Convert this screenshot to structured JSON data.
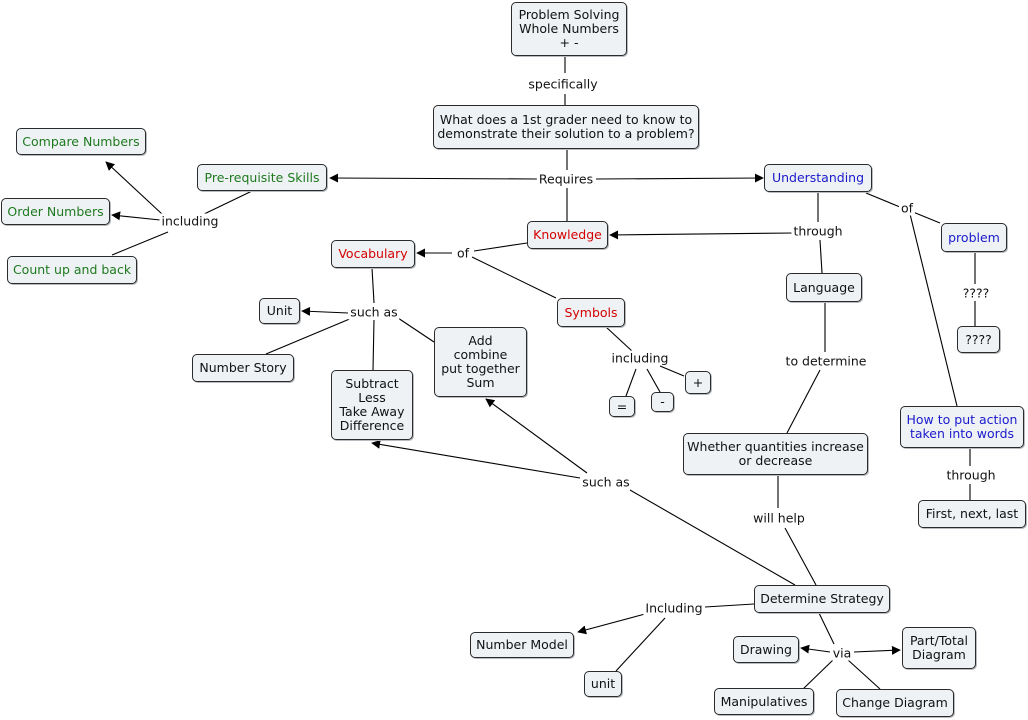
{
  "nodes": {
    "root": "Problem Solving\nWhole Numbers\n+  -",
    "question": "What does a 1st grader need to know to\ndemonstrate their solution to a problem?",
    "prereq": "Pre-requisite Skills",
    "compare": "Compare Numbers",
    "order": "Order Numbers",
    "count": "Count up and back",
    "understanding": "Understanding",
    "problem": "problem",
    "q4": "????",
    "knowledge": "Knowledge",
    "vocabulary": "Vocabulary",
    "unit_vocab": "Unit",
    "number_story": "Number Story",
    "subtract": "Subtract\nLess\nTake Away\nDifference",
    "add": "Add\ncombine\nput together\nSum",
    "symbols": "Symbols",
    "equals": "=",
    "minus": "-",
    "plus": "+",
    "language": "Language",
    "whether": "Whether quantities increase\nor decrease",
    "how": "How to put action\ntaken into words",
    "first": "First, next, last",
    "strategy": "Determine Strategy",
    "number_model": "Number Model",
    "unit_strategy": "unit",
    "drawing": "Drawing",
    "part_total": "Part/Total\nDiagram",
    "manipulatives": "Manipulatives",
    "change": "Change Diagram"
  },
  "links": {
    "specifically": "specifically",
    "requires": "Requires",
    "including_prereq": "including",
    "of_understanding": "of",
    "q_mid": "????",
    "through_knowledge": "through",
    "of_knowledge": "of",
    "such_as_vocab": "such as",
    "including_symbols": "including",
    "to_determine": "to determine",
    "through_how": "through",
    "will_help": "will help",
    "such_as_strategy": "such as",
    "including_strategy": "Including",
    "via": "via"
  },
  "colors": {
    "node_fill": "#eef2f5",
    "border": "#2b2b2b",
    "green_text": "#1f7a1f",
    "red_text": "#d40000",
    "blue_text": "#1a1acc"
  }
}
